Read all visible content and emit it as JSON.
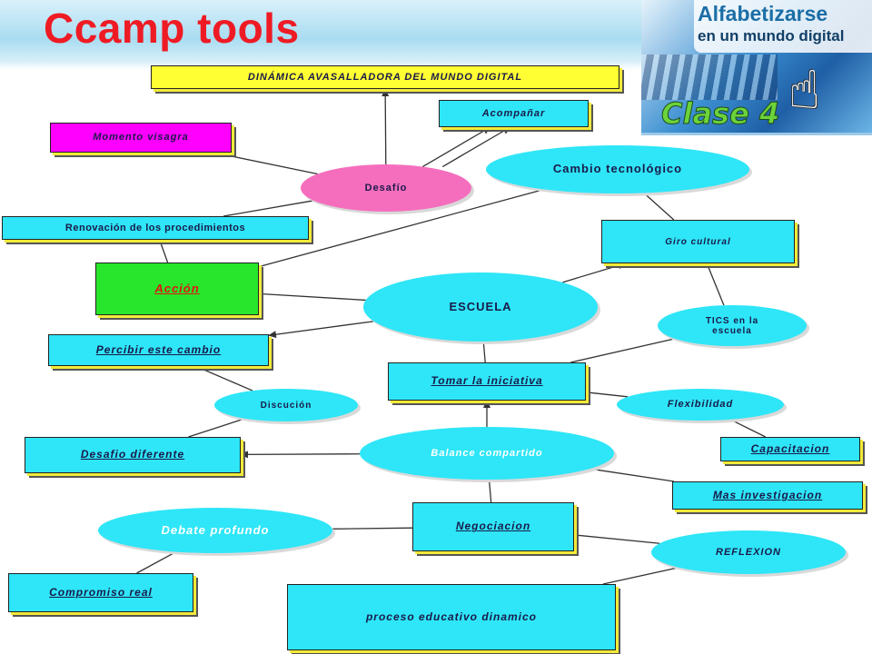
{
  "title": "Ccamp tools",
  "logo": {
    "line1": "Alfabetizarse",
    "line2": "en un mundo digital",
    "badge": "Clase 4",
    "icon": "pointing-hand-icon"
  },
  "colors": {
    "title_red": "#ee1b24",
    "node_cyan": "#2ee6f7",
    "node_pink": "#f56ebd",
    "node_magenta": "#ff00ff",
    "node_yellow": "#ffff33",
    "node_green": "#27e62b",
    "line": "#333333"
  },
  "nodes": [
    {
      "id": "dinamica",
      "label": "DINÁMICA AVASALLADORA DEL MUNDO DIGITAL"
    },
    {
      "id": "acompanar",
      "label": "Acompañar"
    },
    {
      "id": "momento",
      "label": "Momento visagra"
    },
    {
      "id": "desafio",
      "label": "Desafío"
    },
    {
      "id": "cambio",
      "label": "Cambio tecnológico"
    },
    {
      "id": "renovacion",
      "label": "Renovación de los procedimientos"
    },
    {
      "id": "giro",
      "label": "Giro cultural"
    },
    {
      "id": "accion",
      "label": "Acción"
    },
    {
      "id": "escuela",
      "label": "ESCUELA"
    },
    {
      "id": "tics",
      "label": "TICS en la escuela"
    },
    {
      "id": "percibir",
      "label": "Percibir este cambio"
    },
    {
      "id": "tomar",
      "label": "Tomar la iniciativa"
    },
    {
      "id": "discucion",
      "label": "Discución"
    },
    {
      "id": "flexibilidad",
      "label": "Flexibilidad"
    },
    {
      "id": "capacitacion",
      "label": "Capacitacion"
    },
    {
      "id": "desafio-dif",
      "label": "Desafio diferente"
    },
    {
      "id": "balance",
      "label": "Balance compartido"
    },
    {
      "id": "mas-inv",
      "label": "Mas investigacion"
    },
    {
      "id": "negociacion",
      "label": "Negociacion"
    },
    {
      "id": "debate",
      "label": "Debate profundo"
    },
    {
      "id": "reflexion",
      "label": "REFLEXION"
    },
    {
      "id": "compromiso",
      "label": "Compromiso real"
    },
    {
      "id": "proceso",
      "label": "proceso educativo dinamico"
    }
  ],
  "edges": [
    {
      "from": "desafio",
      "to": "dinamica",
      "arrow": true
    },
    {
      "from": "desafio",
      "to": "acompanar",
      "arrow": true
    },
    {
      "from": "desafio",
      "to": "acompanar",
      "arrow": true
    },
    {
      "from": "desafio",
      "to": "momento",
      "arrow": false
    },
    {
      "from": "desafio",
      "to": "renovacion",
      "arrow": false
    },
    {
      "from": "renovacion",
      "to": "accion",
      "arrow": false
    },
    {
      "from": "accion",
      "to": "cambio",
      "arrow": false
    },
    {
      "from": "accion",
      "to": "escuela",
      "arrow": false
    },
    {
      "from": "cambio",
      "to": "giro",
      "arrow": false
    },
    {
      "from": "escuela",
      "to": "giro",
      "arrow": true
    },
    {
      "from": "escuela",
      "to": "percibir",
      "arrow": true
    },
    {
      "from": "giro",
      "to": "tics",
      "arrow": false
    },
    {
      "from": "tics",
      "to": "tomar",
      "arrow": false
    },
    {
      "from": "escuela",
      "to": "tomar",
      "arrow": false
    },
    {
      "from": "percibir",
      "to": "discucion",
      "arrow": false
    },
    {
      "from": "tomar",
      "to": "flexibilidad",
      "arrow": false
    },
    {
      "from": "flexibilidad",
      "to": "capacitacion",
      "arrow": false
    },
    {
      "from": "discucion",
      "to": "desafio-dif",
      "arrow": false
    },
    {
      "from": "balance",
      "to": "tomar",
      "arrow": true
    },
    {
      "from": "balance",
      "to": "desafio-dif",
      "arrow": true
    },
    {
      "from": "balance",
      "to": "mas-inv",
      "arrow": false
    },
    {
      "from": "balance",
      "to": "negociacion",
      "arrow": false
    },
    {
      "from": "negociacion",
      "to": "debate",
      "arrow": false
    },
    {
      "from": "negociacion",
      "to": "reflexion",
      "arrow": false
    },
    {
      "from": "debate",
      "to": "compromiso",
      "arrow": false
    },
    {
      "from": "reflexion",
      "to": "proceso",
      "arrow": false
    }
  ]
}
